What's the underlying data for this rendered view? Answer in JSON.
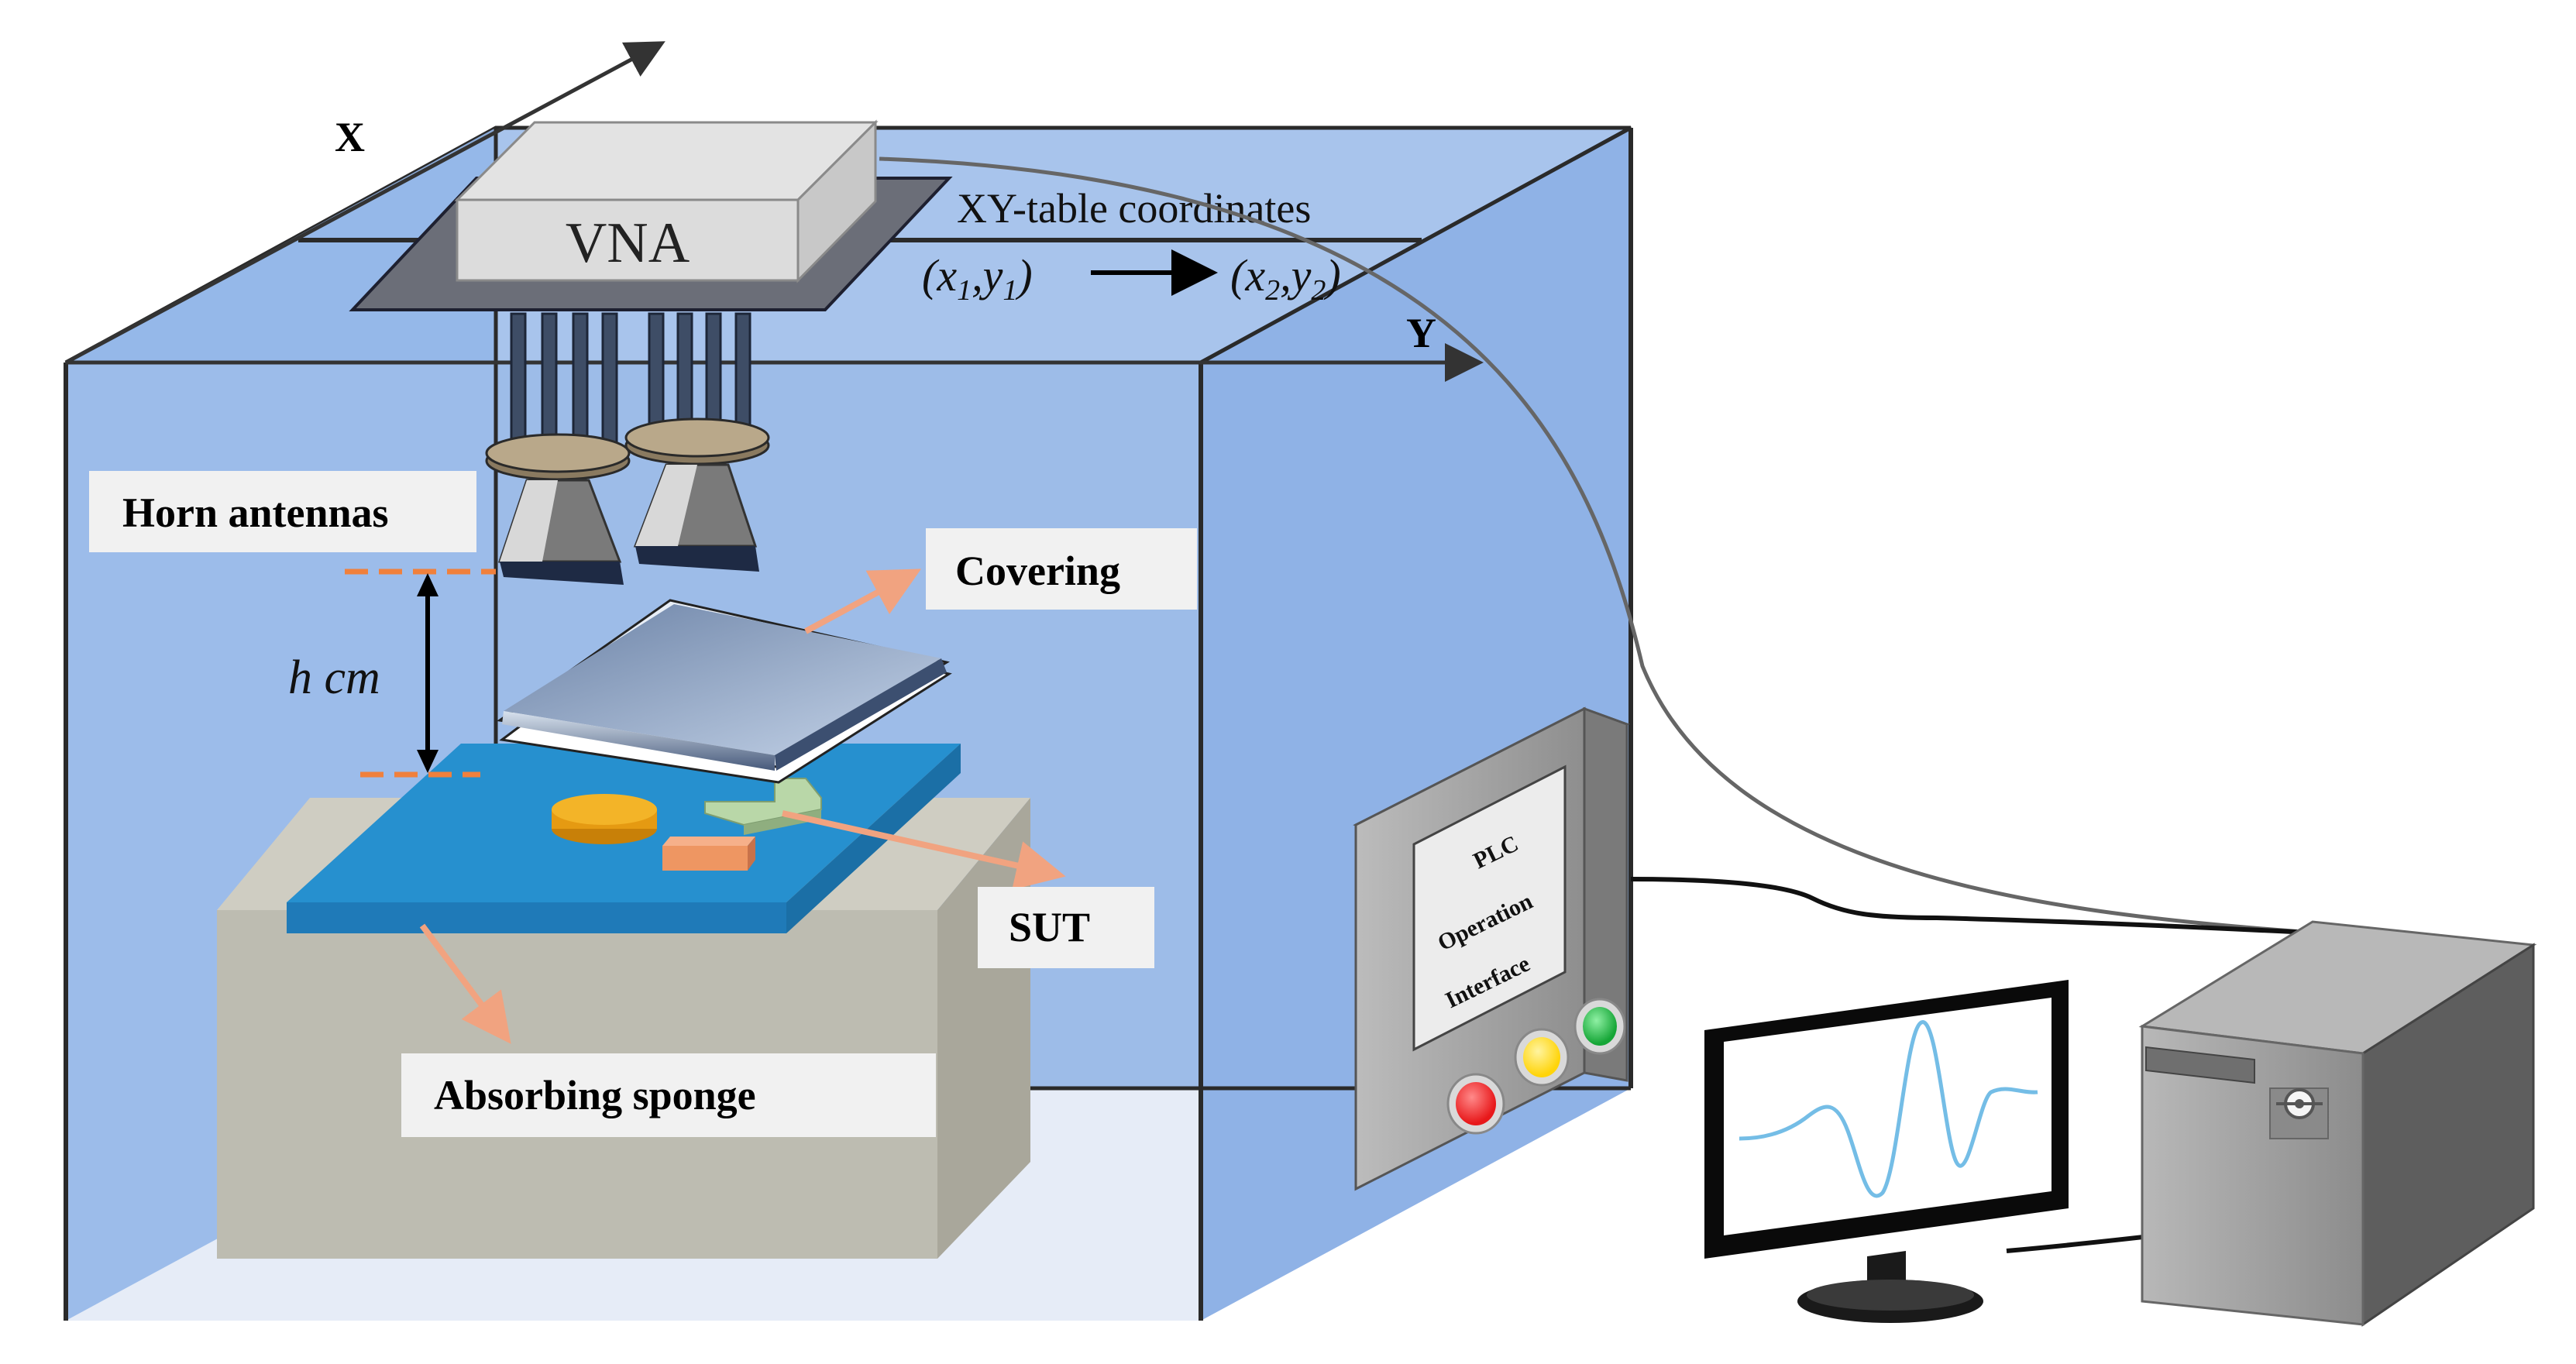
{
  "labels": {
    "axis_x": "X",
    "axis_y": "Y",
    "vna": "VNA",
    "xy_table": "XY-table coordinates",
    "horn_antennas": "Horn antennas",
    "covering": "Covering",
    "h_cm": "h cm",
    "sut": "SUT",
    "absorbing_sponge": "Absorbing sponge",
    "plc_line1": "PLC",
    "plc_line2": "Operation",
    "plc_line3": "Interface"
  },
  "coords": {
    "p1_x": "x",
    "p1_xsub": "1",
    "p1_y": "y",
    "p1_ysub": "1",
    "p2_x": "x",
    "p2_xsub": "2",
    "p2_y": "y",
    "p2_ysub": "2"
  },
  "colors": {
    "chamber_back": "#9dbce8",
    "chamber_side": "#8fb2e6",
    "chamber_front": "#96b8ea",
    "floor": "#e6ecf7",
    "sponge_front": "#bdbcb1",
    "sponge_side": "#a9a79b",
    "board": "#2a84c4",
    "board_top": "#2690cf",
    "sut_green": "#b9d7a8",
    "orange_cyl": "#f0a818",
    "orange_block": "#ee9662",
    "covering_top": "#7c93b4",
    "dashed": "#f0803c",
    "arrow_pink": "#f1a380",
    "label_bg": "#f1f1f1",
    "plc_body": "#a6a6a6",
    "led_red": "#e8181a",
    "led_yellow": "#ffd40a",
    "led_green": "#16a637",
    "monitor_wave": "#74bde6",
    "pc_body": "#9c9c9c"
  }
}
